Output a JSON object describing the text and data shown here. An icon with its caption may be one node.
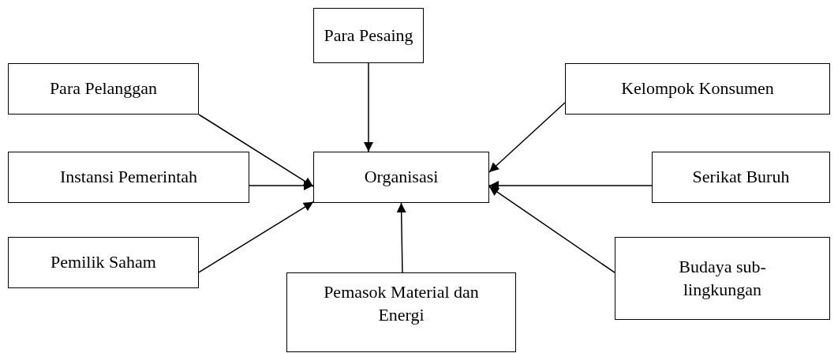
{
  "diagram": {
    "nodes": [
      {
        "text": [
          "Para Pesaing"
        ]
      },
      {
        "text": [
          "Para Pelanggan"
        ]
      },
      {
        "text": [
          "Kelompok Konsumen"
        ]
      },
      {
        "text": [
          "Instansi Pemerintah"
        ]
      },
      {
        "text": [
          "Organisasi"
        ]
      },
      {
        "text": [
          "Serikat Buruh"
        ]
      },
      {
        "text": [
          "Pemilik Saham"
        ]
      },
      {
        "text": [
          "Budaya sub-lingkungan"
        ]
      },
      {
        "text": [
          "Pemasok Material dan Energi"
        ]
      }
    ],
    "edges": [
      {
        "from": 0,
        "to": 4,
        "arrow": "to"
      },
      {
        "from": 1,
        "to": 4,
        "arrow": "to"
      },
      {
        "from": 2,
        "to": 4,
        "arrow": "to"
      },
      {
        "from": 3,
        "to": 4,
        "arrow": "to"
      },
      {
        "from": 5,
        "to": 4,
        "arrow": "to"
      },
      {
        "from": 6,
        "to": 4,
        "arrow": "to"
      },
      {
        "from": 7,
        "to": 4,
        "arrow": "to"
      },
      {
        "from": 8,
        "to": 4,
        "arrow": "to"
      }
    ]
  }
}
